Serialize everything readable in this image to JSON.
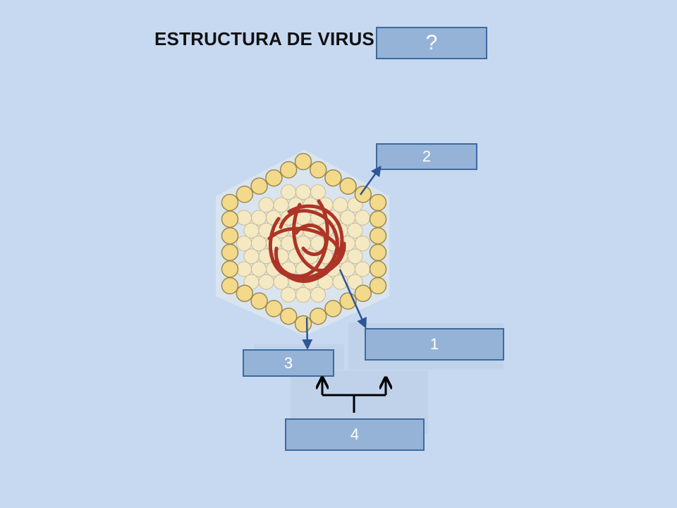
{
  "title": "ESTRUCTURA DE VIRUS",
  "labels": {
    "question": "?",
    "one": "1",
    "two": "2",
    "three": "3",
    "four": "4"
  },
  "colors": {
    "background": "#c6d9f1",
    "box_fill": "#95b3d7",
    "box_border": "#3d6a9c",
    "capsomere": "#f3d98a",
    "capsomere_edge": "#9a8a55",
    "nucleic_acid": "#a8261b",
    "arrow_blue": "#2f5597",
    "arrow_black": "#000000"
  },
  "icons": [
    "virus-capsid-illustration",
    "nucleic-acid-coil"
  ]
}
